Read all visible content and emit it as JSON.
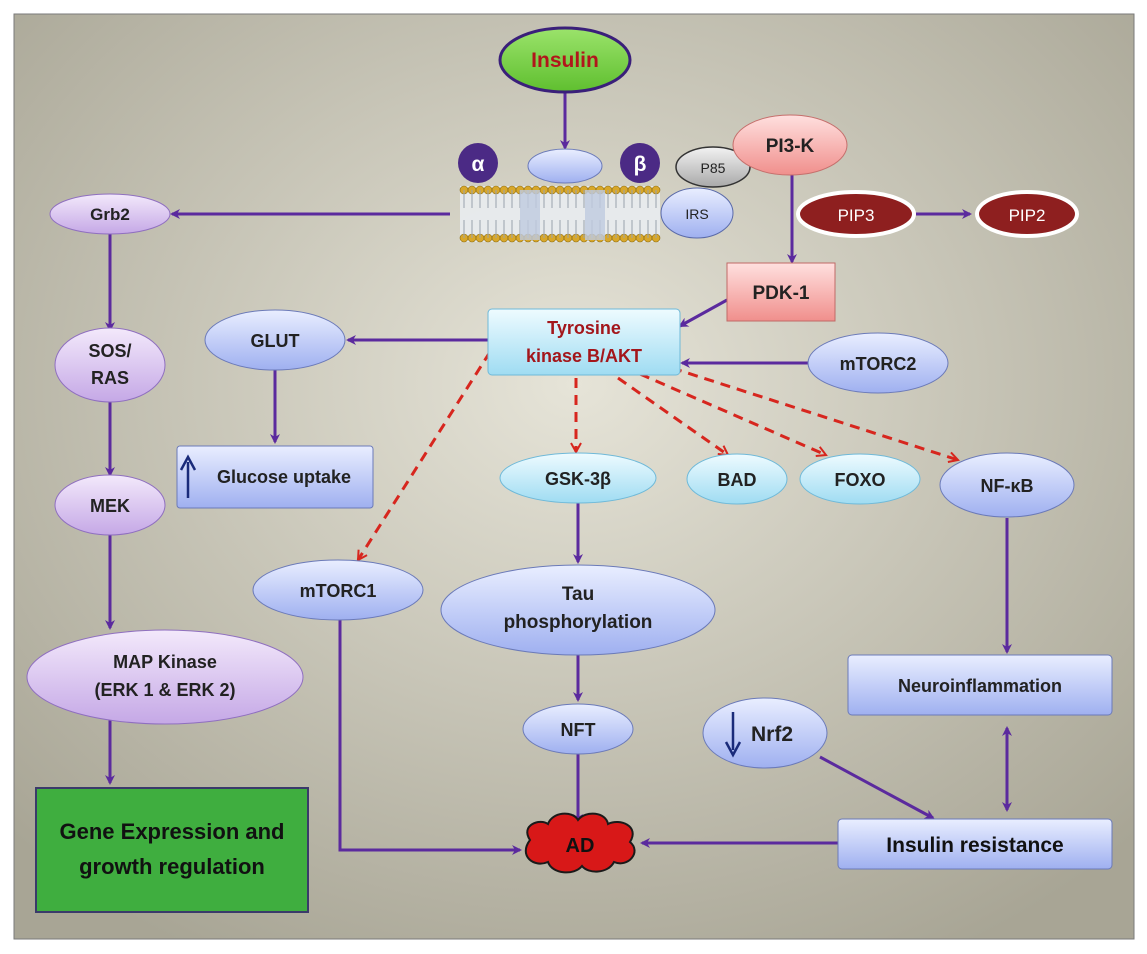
{
  "nodes": {
    "insulin": "Insulin",
    "alpha": "α",
    "beta": "β",
    "p85": "P85",
    "irs": "IRS",
    "pi3k": "PI3-K",
    "pip3": "PIP3",
    "pip2": "PIP2",
    "grb2": "Grb2",
    "pdk1": "PDK-1",
    "akt_line1": "Tyrosine",
    "akt_line2": "kinase B/AKT",
    "glut": "GLUT",
    "sos_line1": "SOS/",
    "sos_line2": "RAS",
    "mtorc2": "mTORC2",
    "glucose_uptake": "Glucose uptake",
    "mek": "MEK",
    "gsk3b": "GSK-3β",
    "bad": "BAD",
    "foxo": "FOXO",
    "nfkb": "NF-κB",
    "mtorc1": "mTORC1",
    "tau_line1": "Tau",
    "tau_line2": "phosphorylation",
    "mapk_line1": "MAP Kinase",
    "mapk_line2": "(ERK 1 & ERK 2)",
    "neuroinflammation": "Neuroinflammation",
    "nft": "NFT",
    "nrf2": "Nrf2",
    "gene_line1": "Gene Expression and",
    "gene_line2": "growth regulation",
    "ad": "AD",
    "insulin_resistance": "Insulin resistance"
  },
  "colors": {
    "arrow": "#5b2a9e",
    "dashed_arrow": "#d7261e",
    "background": "#c9c6b6",
    "ad_fill": "#d81818",
    "gene_box": "#3cb043"
  }
}
